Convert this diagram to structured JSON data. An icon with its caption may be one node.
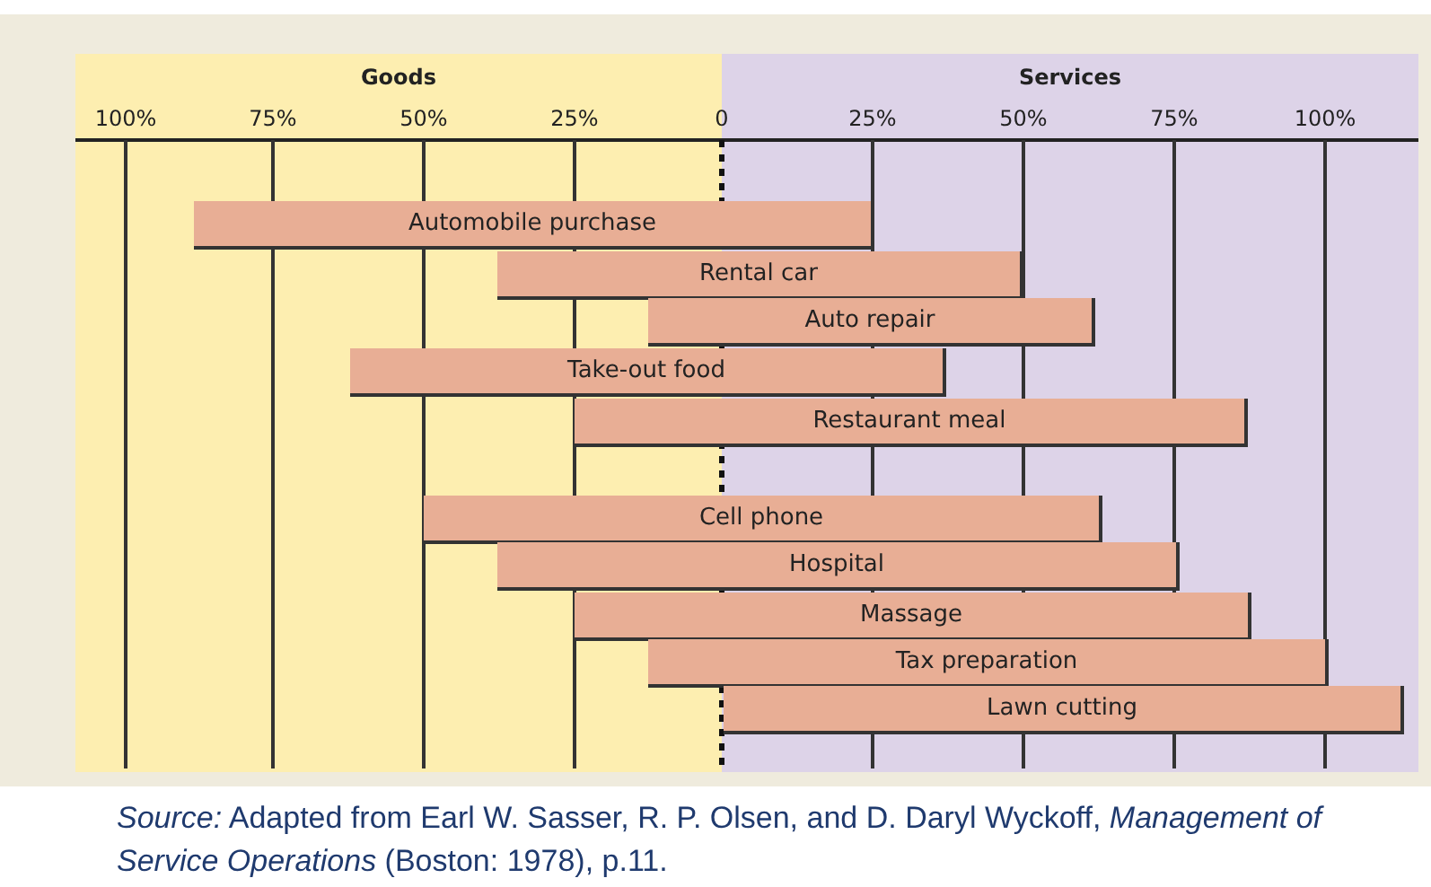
{
  "diagram": {
    "caption": "*Source:* Adapted from Earl W. Sasser, R. P. Olsen, and D. Daryl Wyckoff, *Management of Service Operations* (Boston: 1978), p.11.",
    "nodes": [
      {
        "text": [
          "Automobile purchase"
        ]
      },
      {
        "text": [
          "Rental car"
        ]
      },
      {
        "text": [
          "Auto repair"
        ]
      },
      {
        "text": [
          "Take-out food"
        ]
      },
      {
        "text": [
          "Restaurant meal"
        ]
      },
      {
        "text": [
          "Cell phone"
        ]
      },
      {
        "text": [
          "Hospital"
        ]
      },
      {
        "text": [
          "Massage"
        ]
      },
      {
        "text": [
          "Tax preparation"
        ]
      },
      {
        "text": [
          "Lawn cutting"
        ]
      }
    ],
    "labels": [
      "Goods",
      "Services",
      "100%",
      "75%",
      "50%",
      "25%",
      "0",
      "25%",
      "50%",
      "75%",
      "100%"
    ]
  }
}
